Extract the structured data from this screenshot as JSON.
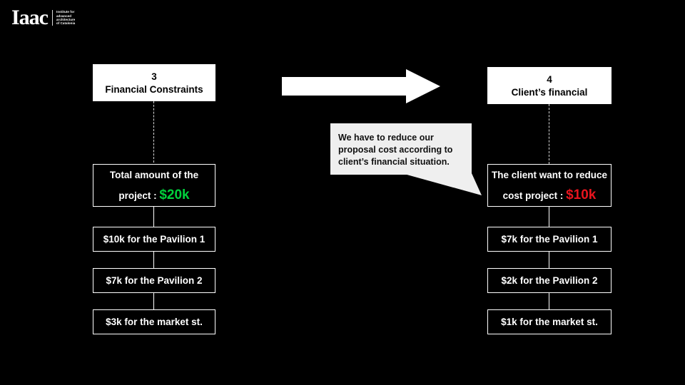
{
  "logo": {
    "mark": "Iaac",
    "subtitle_lines": [
      "Institute for",
      "advanced",
      "architecture",
      "of Catalonia"
    ]
  },
  "left_column": {
    "header": {
      "number": "3",
      "title": "Financial Constraints"
    },
    "total": {
      "text": "Total amount of the",
      "text2": "project : ",
      "amount": "$20k",
      "amount_color": "#00d13c"
    },
    "items": [
      {
        "label": "$10k for the Pavilion 1"
      },
      {
        "label": "$7k for the Pavilion 2"
      },
      {
        "label": "$3k for the market st."
      }
    ]
  },
  "right_column": {
    "header": {
      "number": "4",
      "title": "Client’s financial"
    },
    "total": {
      "text": "The client want to reduce",
      "text2": "cost project : ",
      "amount": "$10k",
      "amount_color": "#e8141e"
    },
    "items": [
      {
        "label": "$7k for the Pavilion 1"
      },
      {
        "label": "$2k for the Pavilion 2"
      },
      {
        "label": "$1k for the market st."
      }
    ]
  },
  "callout": {
    "lines": [
      "We have to reduce our",
      "proposal cost according to",
      "client’s financial situation."
    ]
  },
  "arrow": {
    "direction": "right",
    "color": "#ffffff"
  },
  "background_color": "#000000"
}
